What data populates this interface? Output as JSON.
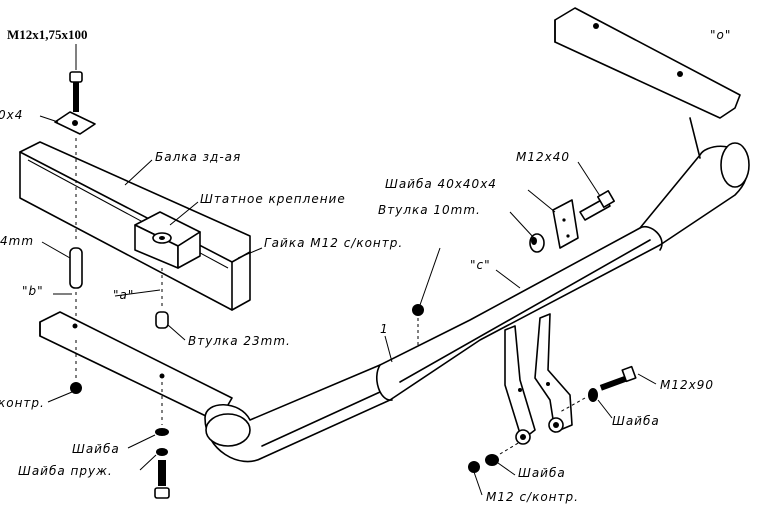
{
  "labels": {
    "m12x175x100": "M12x1,75x100",
    "shaiba_40x4_left": "0x4",
    "balka": "Балка зд-ая",
    "shtatnoe": "Штатное крепление",
    "gaika_m12_kontr": "Гайка М12 с/контр.",
    "vtulka_4mm": "4mm",
    "label_b": "\"b\"",
    "label_a": "\"a\"",
    "vtulka_23": "Втулка 23mm.",
    "kontr_left": "контр.",
    "shaiba_bottom": "Шайба",
    "shaiba_pruzh": "Шайба пруж.",
    "m12x40": "M12x40",
    "shaiba_40x40x4": "Шайба 40x40x4",
    "vtulka_10": "Втулка 10mm.",
    "label_c": "\"c\"",
    "label_o": "\"o\"",
    "label_1": "1",
    "m12x90": "M12x90",
    "shaiba_right": "Шайба",
    "shaiba_mid": "Шайба",
    "m12_kontr_bottom": "M12 с/контр."
  }
}
